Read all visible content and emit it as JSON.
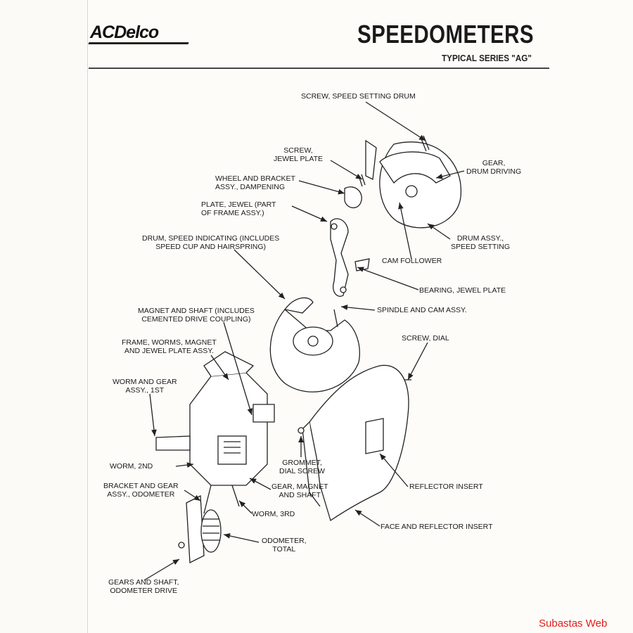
{
  "header": {
    "brand": "ACDelco",
    "title": "SPEEDOMETERS",
    "subtitle": "TYPICAL SERIES \"AG\""
  },
  "labels": [
    {
      "id": "screw-speed-setting-drum",
      "text": "SCREW, SPEED SETTING DRUM"
    },
    {
      "id": "screw-jewel-plate",
      "text": "SCREW,\nJEWEL PLATE"
    },
    {
      "id": "gear-drum-driving",
      "text": "GEAR,\nDRUM DRIVING"
    },
    {
      "id": "wheel-bracket",
      "text": "WHEEL AND BRACKET\nASSY., DAMPENING"
    },
    {
      "id": "plate-jewel",
      "text": "PLATE, JEWEL (PART\nOF FRAME ASSY.)"
    },
    {
      "id": "drum-assy",
      "text": "DRUM ASSY.,\nSPEED SETTING"
    },
    {
      "id": "drum-speed-indicating",
      "text": "DRUM, SPEED INDICATING (INCLUDES\nSPEED CUP AND HAIRSPRING)"
    },
    {
      "id": "cam-follower",
      "text": "CAM FOLLOWER"
    },
    {
      "id": "bearing-jewel-plate",
      "text": "BEARING, JEWEL PLATE"
    },
    {
      "id": "spindle-cam",
      "text": "SPINDLE AND CAM ASSY."
    },
    {
      "id": "magnet-shaft",
      "text": "MAGNET AND SHAFT (INCLUDES\nCEMENTED DRIVE COUPLING)"
    },
    {
      "id": "screw-dial",
      "text": "SCREW, DIAL"
    },
    {
      "id": "frame-worms",
      "text": "FRAME, WORMS, MAGNET\nAND JEWEL PLATE ASSY."
    },
    {
      "id": "worm-gear-1st",
      "text": "WORM AND GEAR\nASSY., 1ST"
    },
    {
      "id": "worm-2nd",
      "text": "WORM, 2ND"
    },
    {
      "id": "grommet",
      "text": "GROMMET,\nDIAL SCREW"
    },
    {
      "id": "reflector-insert",
      "text": "REFLECTOR INSERT"
    },
    {
      "id": "bracket-gear-odometer",
      "text": "BRACKET AND GEAR\nASSY., ODOMETER"
    },
    {
      "id": "gear-magnet-shaft",
      "text": "GEAR, MAGNET\nAND SHAFT"
    },
    {
      "id": "worm-3rd",
      "text": "WORM, 3RD"
    },
    {
      "id": "face-reflector",
      "text": "FACE AND REFLECTOR INSERT"
    },
    {
      "id": "odometer-total",
      "text": "ODOMETER,\nTOTAL"
    },
    {
      "id": "gears-shaft-odometer",
      "text": "GEARS AND SHAFT,\nODOMETER DRIVE"
    }
  ],
  "watermark": "Subastas Web"
}
